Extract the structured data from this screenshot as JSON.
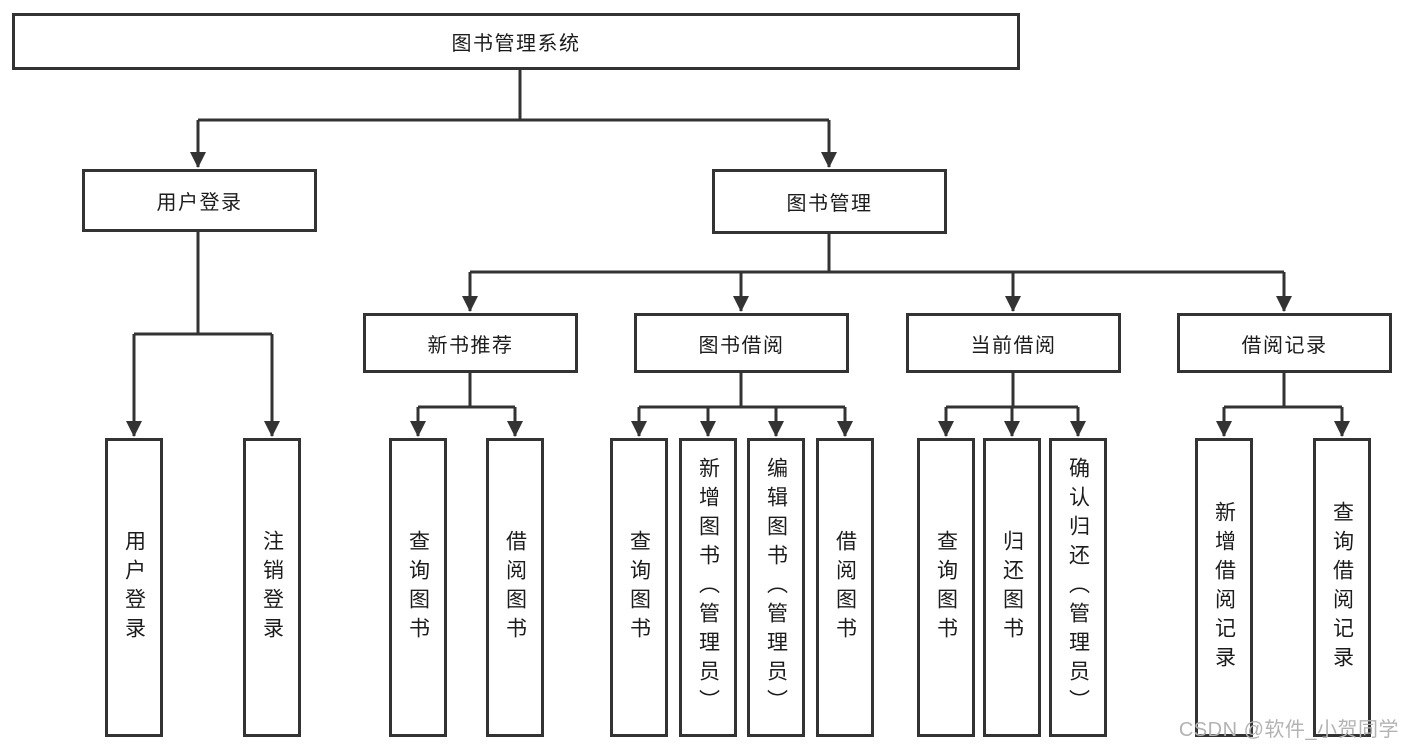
{
  "tree": {
    "label": "图书管理系统",
    "children": [
      {
        "label": "用户登录",
        "children": [
          {
            "label": "用户登录"
          },
          {
            "label": "注销登录"
          }
        ]
      },
      {
        "label": "图书管理",
        "children": [
          {
            "label": "新书推荐",
            "children": [
              {
                "label": "查询图书"
              },
              {
                "label": "借阅图书"
              }
            ]
          },
          {
            "label": "图书借阅",
            "children": [
              {
                "label": "查询图书"
              },
              {
                "label": "新增图书（管理员）"
              },
              {
                "label": "编辑图书（管理员）"
              },
              {
                "label": "借阅图书"
              }
            ]
          },
          {
            "label": "当前借阅",
            "children": [
              {
                "label": "查询图书"
              },
              {
                "label": "归还图书"
              },
              {
                "label": "确认归还（管理员）"
              }
            ]
          },
          {
            "label": "借阅记录",
            "children": [
              {
                "label": "新增借阅记录"
              },
              {
                "label": "查询借阅记录"
              }
            ]
          }
        ]
      }
    ]
  },
  "watermark": "CSDN @软件_小贺同学",
  "colors": {
    "line": "#333333",
    "text": "#1c1c1c",
    "background": "#ffffff",
    "watermark": "#b3b3b3"
  }
}
